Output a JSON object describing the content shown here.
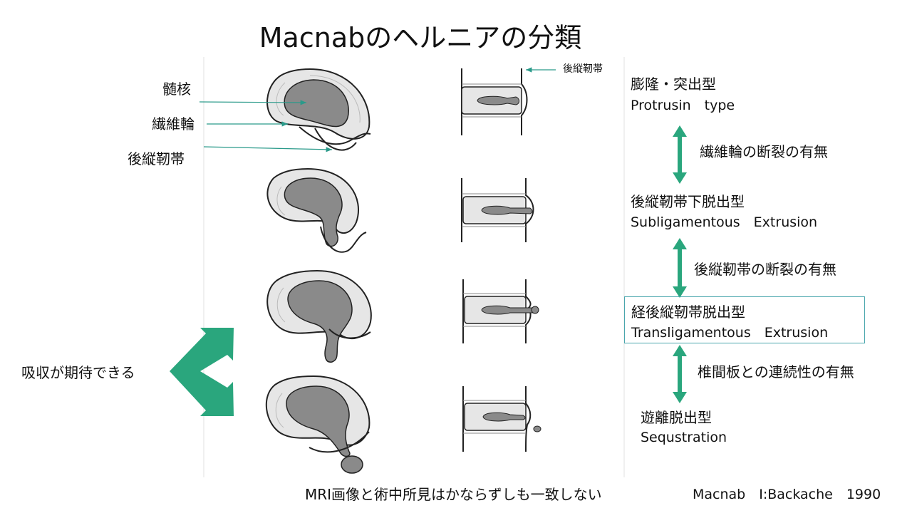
{
  "title": "Macnabのヘルニアの分類",
  "anatomy": {
    "nucleus": "髄核",
    "annulus": "繊維輪",
    "pll": "後縦靭帯",
    "pll_side": "後縦靭帯"
  },
  "types": [
    {
      "jp": "膨隆・突出型",
      "en": "Protrusin　type"
    },
    {
      "jp": "後縦靭帯下脱出型",
      "en": "Subligamentous　Extrusion"
    },
    {
      "jp": "経後縦靭帯脱出型",
      "en": "Transligamentous　Extrusion"
    },
    {
      "jp": "遊離脱出型",
      "en": "Sequstration"
    }
  ],
  "transitions": [
    "繊維輪の断裂の有無",
    "後縦靭帯の断裂の有無",
    "椎間板との連続性の有無"
  ],
  "absorb_label": "吸収が期待できる",
  "footer_note": "MRI画像と術中所見はかならずしも一致しない",
  "citation": "Macnab　I:Backache　1990",
  "colors": {
    "accent": "#2aa67d",
    "pointer": "#2a9a8a",
    "nucleus": "#8a8a8a",
    "disc": "#e6e6e6",
    "box": "#4aa6ad"
  }
}
